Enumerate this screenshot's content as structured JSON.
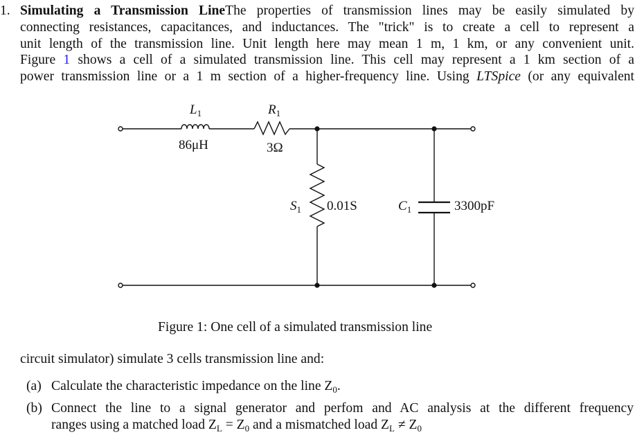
{
  "problem": {
    "number": "1.",
    "title": "Simulating a Transmission Line",
    "lines": [
      "The properties of transmission lines may be easily simulated by",
      "connecting resistances, capacitances, and inductances.  The \"trick\" is to create a cell to represent a",
      "unit length of the transmission line.  Unit length here may mean 1 m, 1 km, or any convenient unit.",
      "shows a cell of a simulated transmission line.  This cell may represent a 1 km section of a",
      "power transmission line or a 1 m section of a higher-frequency line.  Using",
      "(or any equivalent"
    ],
    "figure_word": "Figure",
    "figure_ref": "1",
    "software": "LTSpice",
    "link_color": "#1a1aff"
  },
  "circuit": {
    "inductor": {
      "name": "L",
      "sub": "1",
      "value": "86μH"
    },
    "resistor": {
      "name": "R",
      "sub": "1",
      "value": "3Ω"
    },
    "conductance": {
      "name": "S",
      "sub": "1",
      "value": "0.01S"
    },
    "capacitor": {
      "name": "C",
      "sub": "1",
      "value": "3300pF"
    }
  },
  "figure": {
    "caption": "Figure 1: One cell of a simulated transmission line"
  },
  "continuation": "circuit simulator) simulate 3 cells transmission line and:",
  "tasks": [
    {
      "label": "(a)",
      "text": "Calculate the characteristic impedance on the line Z",
      "sub": "0",
      "tail": "."
    },
    {
      "label": "(b)",
      "line1": "Connect the line to a signal generator and perfom and AC analysis at the different frequency",
      "line2_a": "ranges using a matched load Z",
      "sub_L": "L",
      "eq": " = ",
      "z": "Z",
      "sub_0": "0",
      "line2_b": " and a mismatched load Z",
      "neq": " ≠ "
    }
  ]
}
